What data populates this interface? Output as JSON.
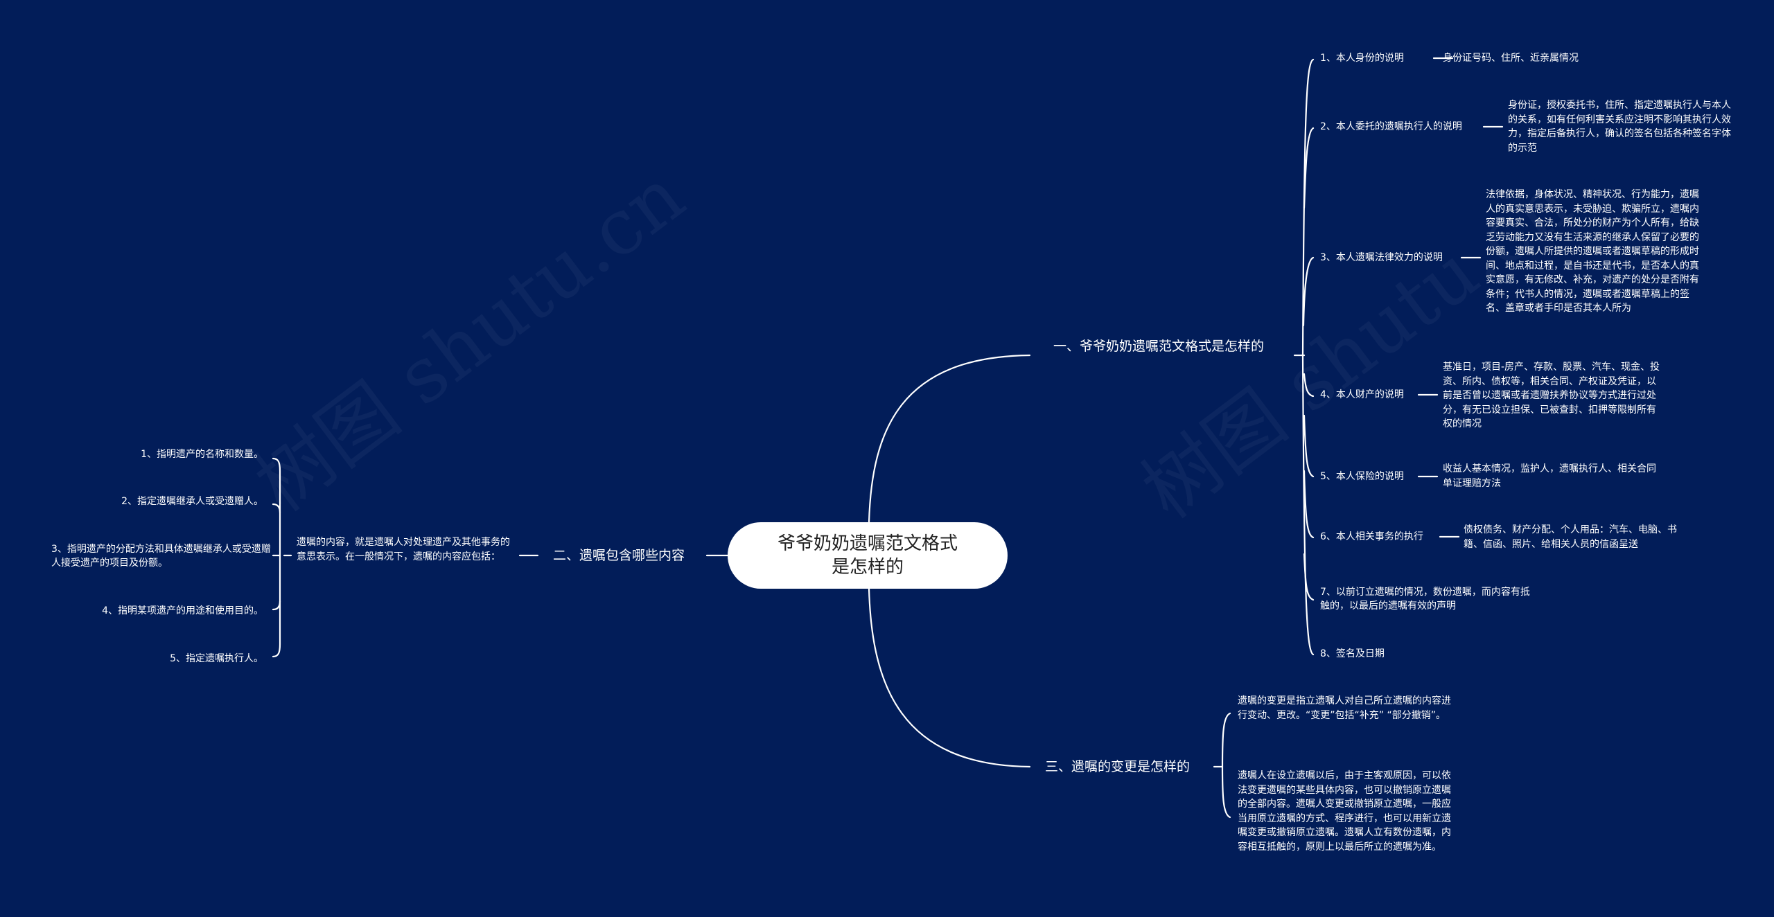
{
  "theme": {
    "background": "#021d59",
    "line_color": "#ffffff",
    "root_fill": "#ffffff",
    "root_text": "#222222",
    "text_color": "#ffffff"
  },
  "watermark": {
    "text_left": "树图 shutu.cn",
    "text_right": "树图 shutu.cn"
  },
  "root": {
    "label": "爷爷奶奶遗嘱范文格式是怎样的"
  },
  "branches": [
    {
      "label": "一、爷爷奶奶遗嘱范文格式是怎样的",
      "side": "right",
      "children": [
        {
          "label": "1、本人身份的说明",
          "detail": "身份证号码、住所、近亲属情况"
        },
        {
          "label": "2、本人委托的遗嘱执行人的说明",
          "detail": "身份证，授权委托书，住所、指定遗嘱执行人与本人的关系，如有任何利害关系应注明不影响其执行人效力，指定后备执行人，确认的签名包括各种签名字体的示范"
        },
        {
          "label": "3、本人遗嘱法律效力的说明",
          "detail": "法律依据，身体状况、精神状况、行为能力，遗嘱人的真实意思表示，未受胁迫、欺骗所立，遗嘱内容要真实、合法，所处分的财产为个人所有，给缺乏劳动能力又没有生活来源的继承人保留了必要的份额，遗嘱人所提供的遗嘱或者遗嘱草稿的形成时间、地点和过程，是自书还是代书，是否本人的真实意愿，有无修改、补充，对遗产的处分是否附有条件；代书人的情况，遗嘱或者遗嘱草稿上的签名、盖章或者手印是否其本人所为"
        },
        {
          "label": "4、本人财产的说明",
          "detail": "基准日，项目-房产、存款、股票、汽车、现金、投资、所内、债权等，相关合同、产权证及凭证，以前是否曾以遗嘱或者遗赠扶养协议等方式进行过处分，有无已设立担保、已被查封、扣押等限制所有权的情况"
        },
        {
          "label": "5、本人保险的说明",
          "detail": "收益人基本情况，监护人，遗嘱执行人、相关合同单证理赔方法"
        },
        {
          "label": "6、本人相关事务的执行",
          "detail": "债权债务、财产分配、个人用品：汽车、电脑、书籍、信函、照片、给相关人员的信函呈送"
        },
        {
          "label": "7、以前订立遗嘱的情况，数份遗嘱，而内容有抵触的，以最后的遗嘱有效的声明",
          "detail": ""
        },
        {
          "label": "8、签名及日期",
          "detail": ""
        }
      ]
    },
    {
      "label": "二、遗嘱包含哪些内容",
      "side": "left",
      "intro": "遗嘱的内容，就是遗嘱人对处理遗产及其他事务的意思表示。在一般情况下，遗嘱的内容应包括：",
      "children": [
        {
          "label": "1、指明遗产的名称和数量。"
        },
        {
          "label": "2、指定遗嘱继承人或受遗赠人。"
        },
        {
          "label": "3、指明遗产的分配方法和具体遗嘱继承人或受遗赠人接受遗产的项目及份额。"
        },
        {
          "label": "4、指明某项遗产的用途和使用目的。"
        },
        {
          "label": "5、指定遗嘱执行人。"
        }
      ]
    },
    {
      "label": "三、遗嘱的变更是怎样的",
      "side": "right",
      "children": [
        {
          "label": "遗嘱的变更是指立遗嘱人对自己所立遗嘱的内容进行变动、更改。“变更”包括“补充” “部分撤销”。"
        },
        {
          "label": "遗嘱人在设立遗嘱以后，由于主客观原因，可以依法变更遗嘱的某些具体内容，也可以撤销原立遗嘱的全部内容。遗嘱人变更或撤销原立遗嘱，一般应当用原立遗嘱的方式、程序进行，也可以用新立遗嘱变更或撤销原立遗嘱。遗嘱人立有数份遗嘱，内容相互抵触的，原则上以最后所立的遗嘱为准。"
        }
      ]
    }
  ]
}
